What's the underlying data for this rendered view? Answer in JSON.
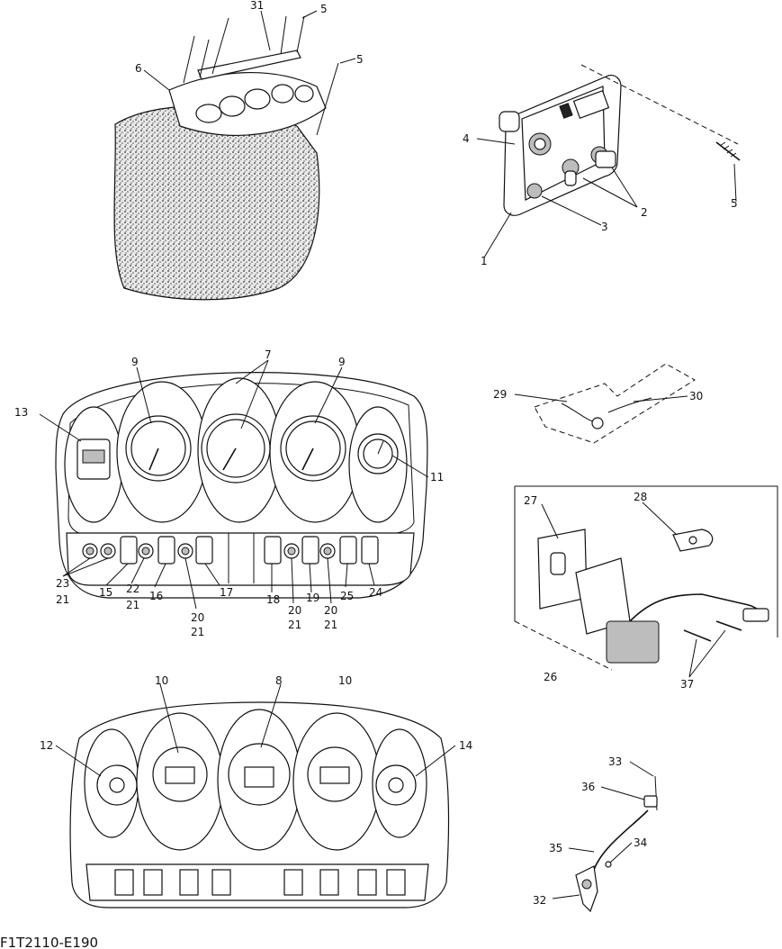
{
  "figure_code": "F1T2110-E190",
  "callouts": {
    "c31": "31",
    "c5a": "5",
    "c5b": "5",
    "c6": "6",
    "c4": "4",
    "c2": "2",
    "c3": "3",
    "c1": "1",
    "c5c": "5",
    "c9a": "9",
    "c7": "7",
    "c9b": "9",
    "c13": "13",
    "c11": "11",
    "c23": "23",
    "c21a": "21",
    "c15": "15",
    "c22": "22",
    "c21b": "21",
    "c16": "16",
    "c20a": "20",
    "c21c": "21",
    "c17": "17",
    "c18": "18",
    "c20b": "20",
    "c21d": "21",
    "c19": "19",
    "c20c": "20",
    "c21e": "21",
    "c25": "25",
    "c24": "24",
    "c29": "29",
    "c30": "30",
    "c27": "27",
    "c28": "28",
    "c26": "26",
    "c37": "37",
    "c10a": "10",
    "c8": "8",
    "c10b": "10",
    "c12": "12",
    "c14": "14",
    "c33": "33",
    "c36": "36",
    "c35": "35",
    "c34": "34",
    "c32": "32"
  }
}
